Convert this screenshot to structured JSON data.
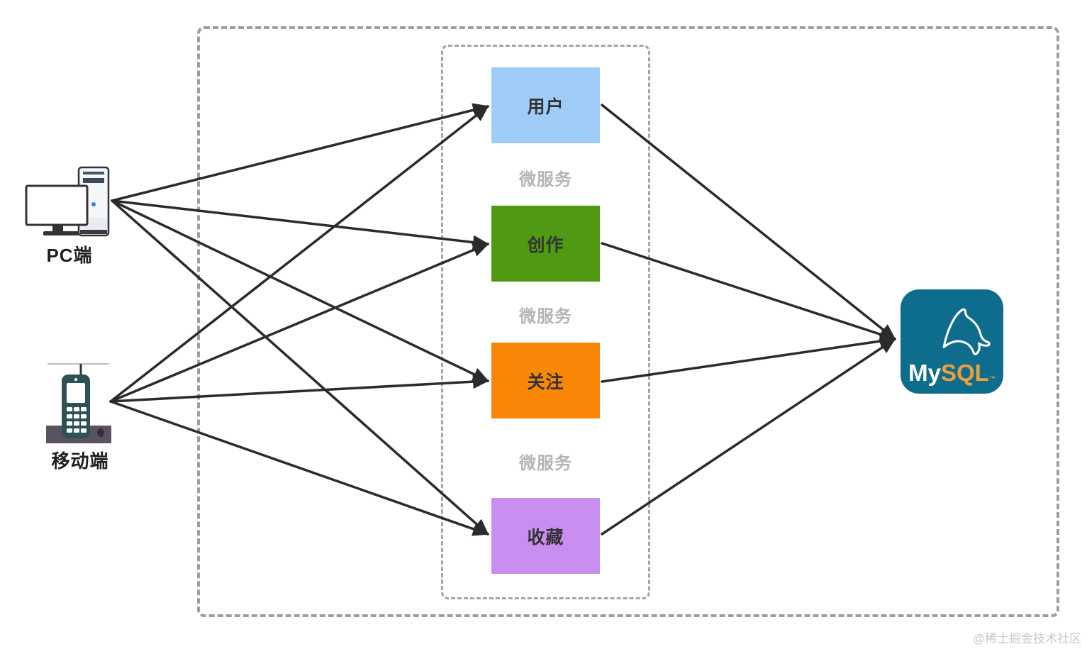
{
  "diagram": {
    "clients": [
      {
        "label": "PC端"
      },
      {
        "label": "移动端"
      }
    ],
    "microservice_label": "微服务",
    "services": [
      {
        "label": "用户",
        "color": "#9fcdf7"
      },
      {
        "label": "创作",
        "color": "#4f9a12"
      },
      {
        "label": "关注",
        "color": "#f88708"
      },
      {
        "label": "收藏",
        "color": "#c88ef1"
      }
    ],
    "database": {
      "name": "MySQL",
      "wordmark_my": "My",
      "wordmark_sql": "SQL",
      "trademark": "™",
      "brand_blue": "#0e6d8c",
      "brand_orange": "#e9a13e"
    },
    "edges": [
      {
        "from": "PC端",
        "to": "用户"
      },
      {
        "from": "PC端",
        "to": "创作"
      },
      {
        "from": "PC端",
        "to": "关注"
      },
      {
        "from": "PC端",
        "to": "收藏"
      },
      {
        "from": "移动端",
        "to": "用户"
      },
      {
        "from": "移动端",
        "to": "创作"
      },
      {
        "from": "移动端",
        "to": "关注"
      },
      {
        "from": "移动端",
        "to": "收藏"
      },
      {
        "from": "用户",
        "to": "MySQL"
      },
      {
        "from": "创作",
        "to": "MySQL"
      },
      {
        "from": "关注",
        "to": "MySQL"
      },
      {
        "from": "收藏",
        "to": "MySQL"
      }
    ],
    "colors": {
      "line": "#2b2b2b",
      "dashed_border": "#9e9e9e",
      "microservice_label_gray": "#b5b5b5"
    },
    "watermark": "@稀土掘金技术社区"
  }
}
